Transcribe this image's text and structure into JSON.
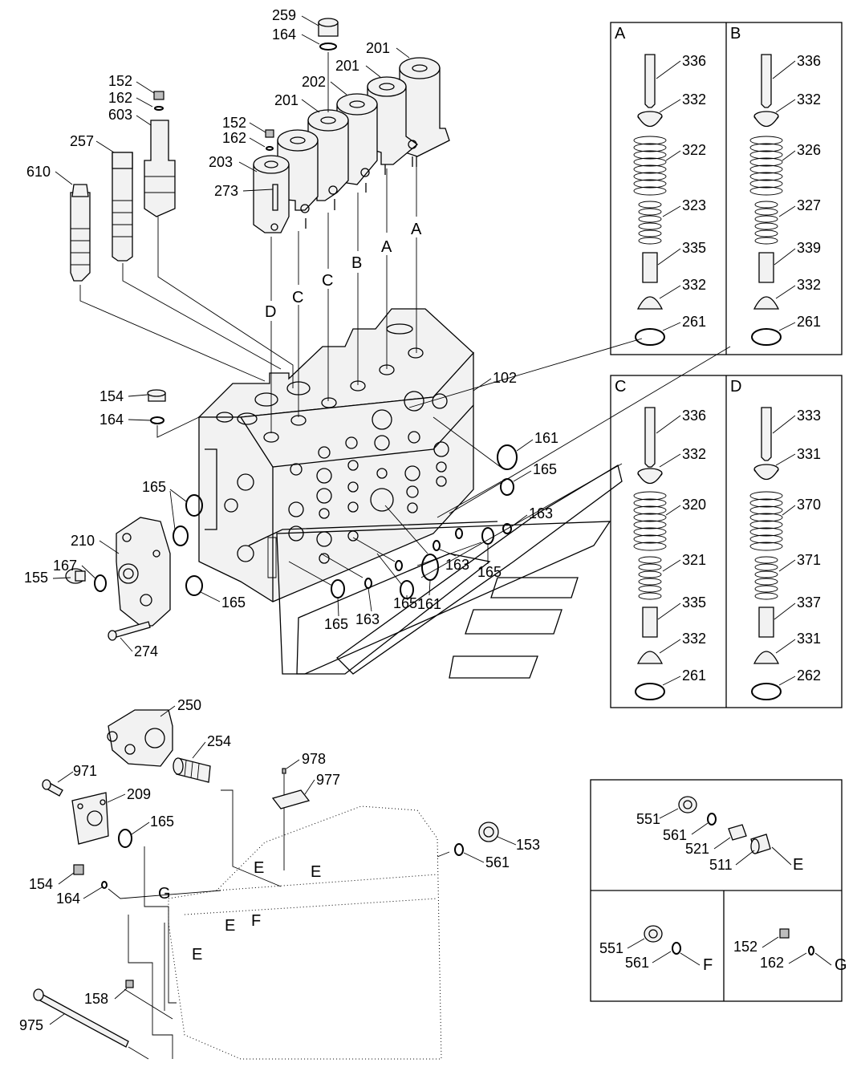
{
  "callouts": [
    {
      "label": "259"
    },
    {
      "label": "164"
    },
    {
      "label": "201"
    },
    {
      "label": "201"
    },
    {
      "label": "202"
    },
    {
      "label": "201"
    },
    {
      "label": "152"
    },
    {
      "label": "162"
    },
    {
      "label": "603"
    },
    {
      "label": "257"
    },
    {
      "label": "610"
    },
    {
      "label": "152"
    },
    {
      "label": "162"
    },
    {
      "label": "203"
    },
    {
      "label": "273"
    },
    {
      "label": "154"
    },
    {
      "label": "164"
    },
    {
      "label": "102"
    },
    {
      "label": "161"
    },
    {
      "label": "165"
    },
    {
      "label": "163"
    },
    {
      "label": "165"
    },
    {
      "label": "210"
    },
    {
      "label": "167"
    },
    {
      "label": "155"
    },
    {
      "label": "274"
    },
    {
      "label": "165"
    },
    {
      "label": "165"
    },
    {
      "label": "163"
    },
    {
      "label": "165"
    },
    {
      "label": "161"
    },
    {
      "label": "163"
    },
    {
      "label": "165"
    },
    {
      "label": "250"
    },
    {
      "label": "254"
    },
    {
      "label": "971"
    },
    {
      "label": "209"
    },
    {
      "label": "165"
    },
    {
      "label": "154"
    },
    {
      "label": "164"
    },
    {
      "label": "158"
    },
    {
      "label": "975"
    },
    {
      "label": "978"
    },
    {
      "label": "977"
    },
    {
      "label": "153"
    },
    {
      "label": "561"
    }
  ],
  "view_letters": [
    {
      "label": "D"
    },
    {
      "label": "C"
    },
    {
      "label": "C"
    },
    {
      "label": "B"
    },
    {
      "label": "A"
    },
    {
      "label": "A"
    },
    {
      "label": "E"
    },
    {
      "label": "E"
    },
    {
      "label": "G"
    },
    {
      "label": "E"
    },
    {
      "label": "F"
    },
    {
      "label": "E"
    }
  ],
  "detail_panels": [
    {
      "title": "A",
      "callouts": [
        "336",
        "332",
        "322",
        "323",
        "335",
        "332",
        "261"
      ]
    },
    {
      "title": "B",
      "callouts": [
        "336",
        "332",
        "326",
        "327",
        "339",
        "332",
        "261"
      ]
    },
    {
      "title": "C",
      "callouts": [
        "336",
        "332",
        "320",
        "321",
        "335",
        "332",
        "261"
      ]
    },
    {
      "title": "D",
      "callouts": [
        "333",
        "331",
        "370",
        "371",
        "337",
        "331",
        "262"
      ]
    }
  ],
  "plug_panels": [
    {
      "callouts": [
        "551",
        "561",
        "521",
        "511"
      ],
      "target": "E"
    },
    {
      "callouts": [
        "551",
        "561"
      ],
      "target": "F"
    },
    {
      "callouts": [
        "152",
        "162"
      ],
      "target": "G"
    }
  ]
}
